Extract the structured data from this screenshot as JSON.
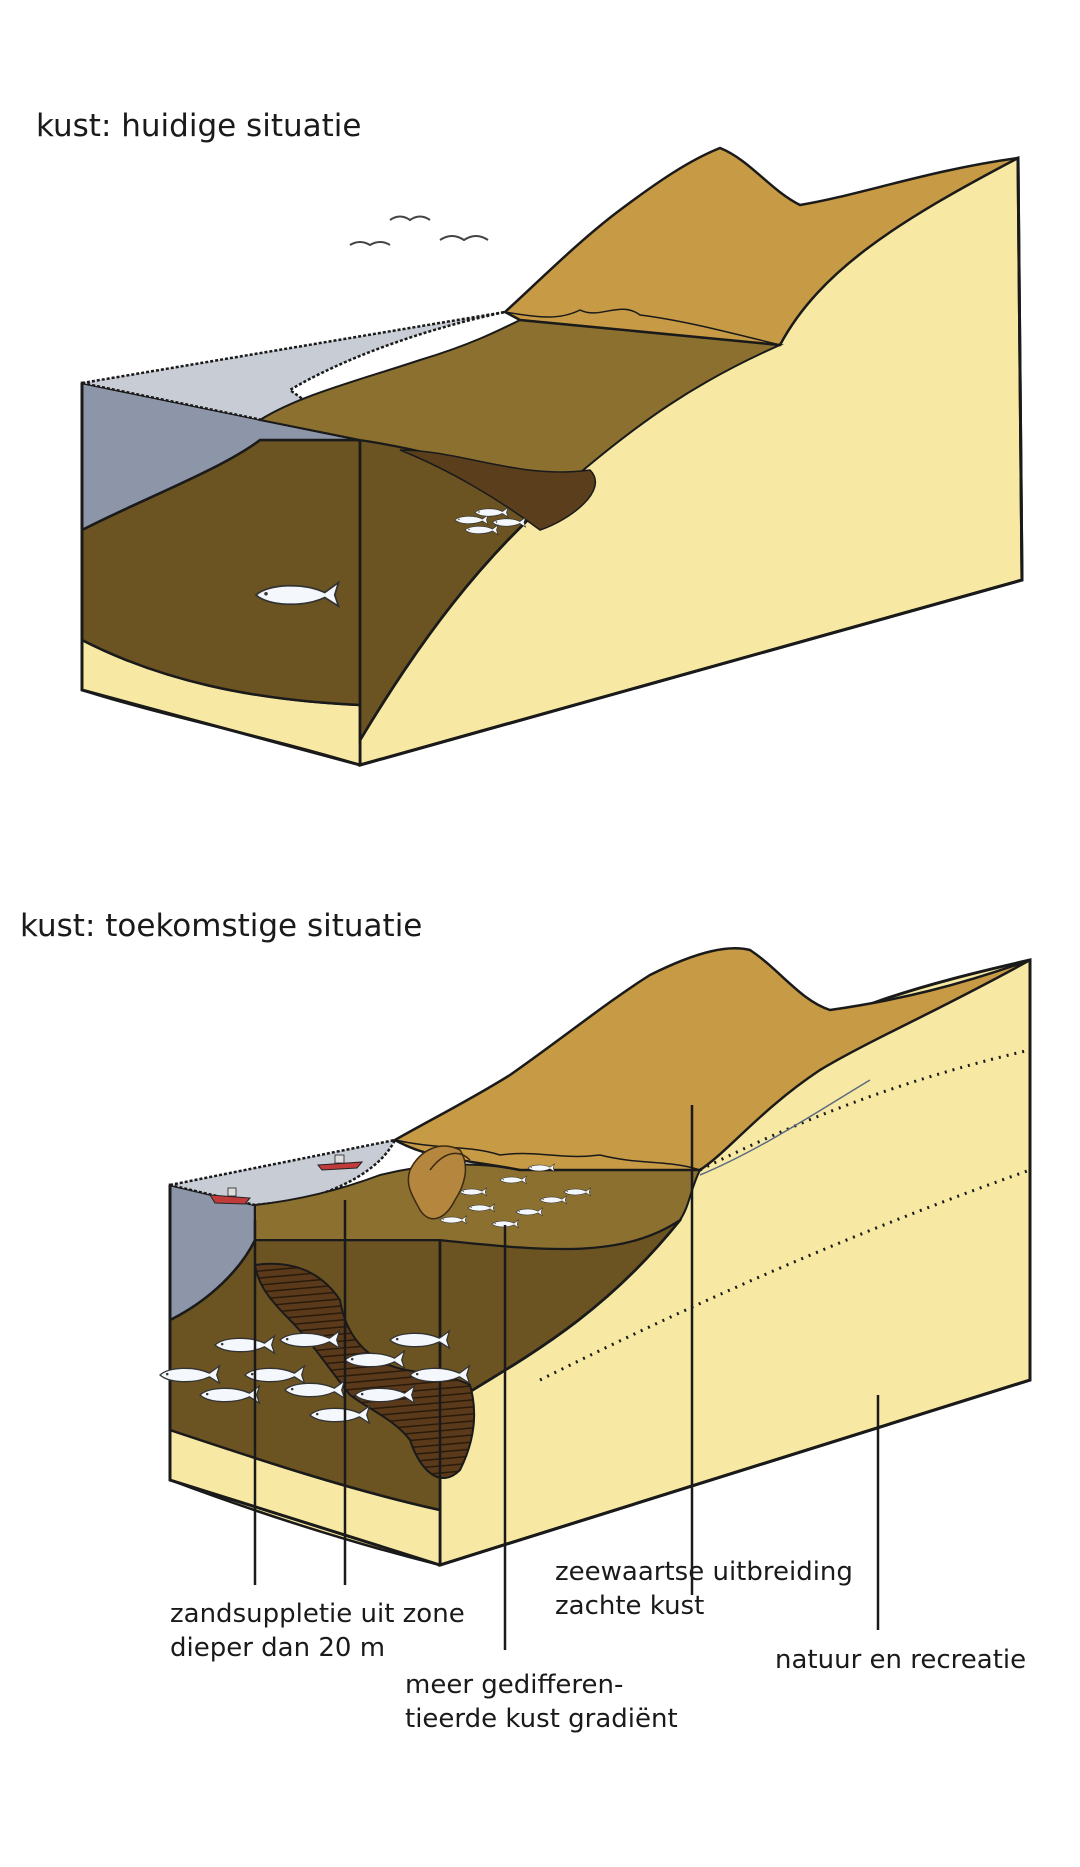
{
  "panels": [
    {
      "id": "current",
      "title": "kust: huidige situatie"
    },
    {
      "id": "future",
      "title": "kust: toekomstige situatie"
    }
  ],
  "callouts": [
    {
      "id": "sand-supply",
      "lines": [
        "zandsuppletie uit zone",
        "dieper dan 20 m"
      ]
    },
    {
      "id": "gradient",
      "lines": [
        "meer gedifferen-",
        "tieerde kust gradiënt"
      ]
    },
    {
      "id": "seaward-extension",
      "lines": [
        "zeewaartse uitbreiding",
        "zachte kust"
      ]
    },
    {
      "id": "nature",
      "lines": [
        "natuur en recreatie"
      ]
    }
  ],
  "colors": {
    "sand": "#f7e9a3",
    "dune": "#c79a45",
    "dune_dark": "#a47a2c",
    "seabed": "#6b5322",
    "seabed_light": "#8b7030",
    "seabed_dark": "#5b3f1c",
    "water_face": "#8d95a8",
    "water_top": "#c8ccd5",
    "outline": "#1a1a1a",
    "fish": "#f4f7fb"
  }
}
